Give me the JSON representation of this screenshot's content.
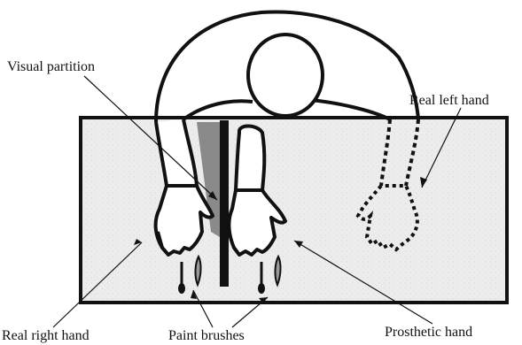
{
  "labels": {
    "visual_partition": "Visual partition",
    "real_left_hand": "Real left hand",
    "real_right_hand": "Real right hand",
    "paint_brushes": "Paint brushes",
    "prosthetic_hand": "Prosthetic hand"
  }
}
